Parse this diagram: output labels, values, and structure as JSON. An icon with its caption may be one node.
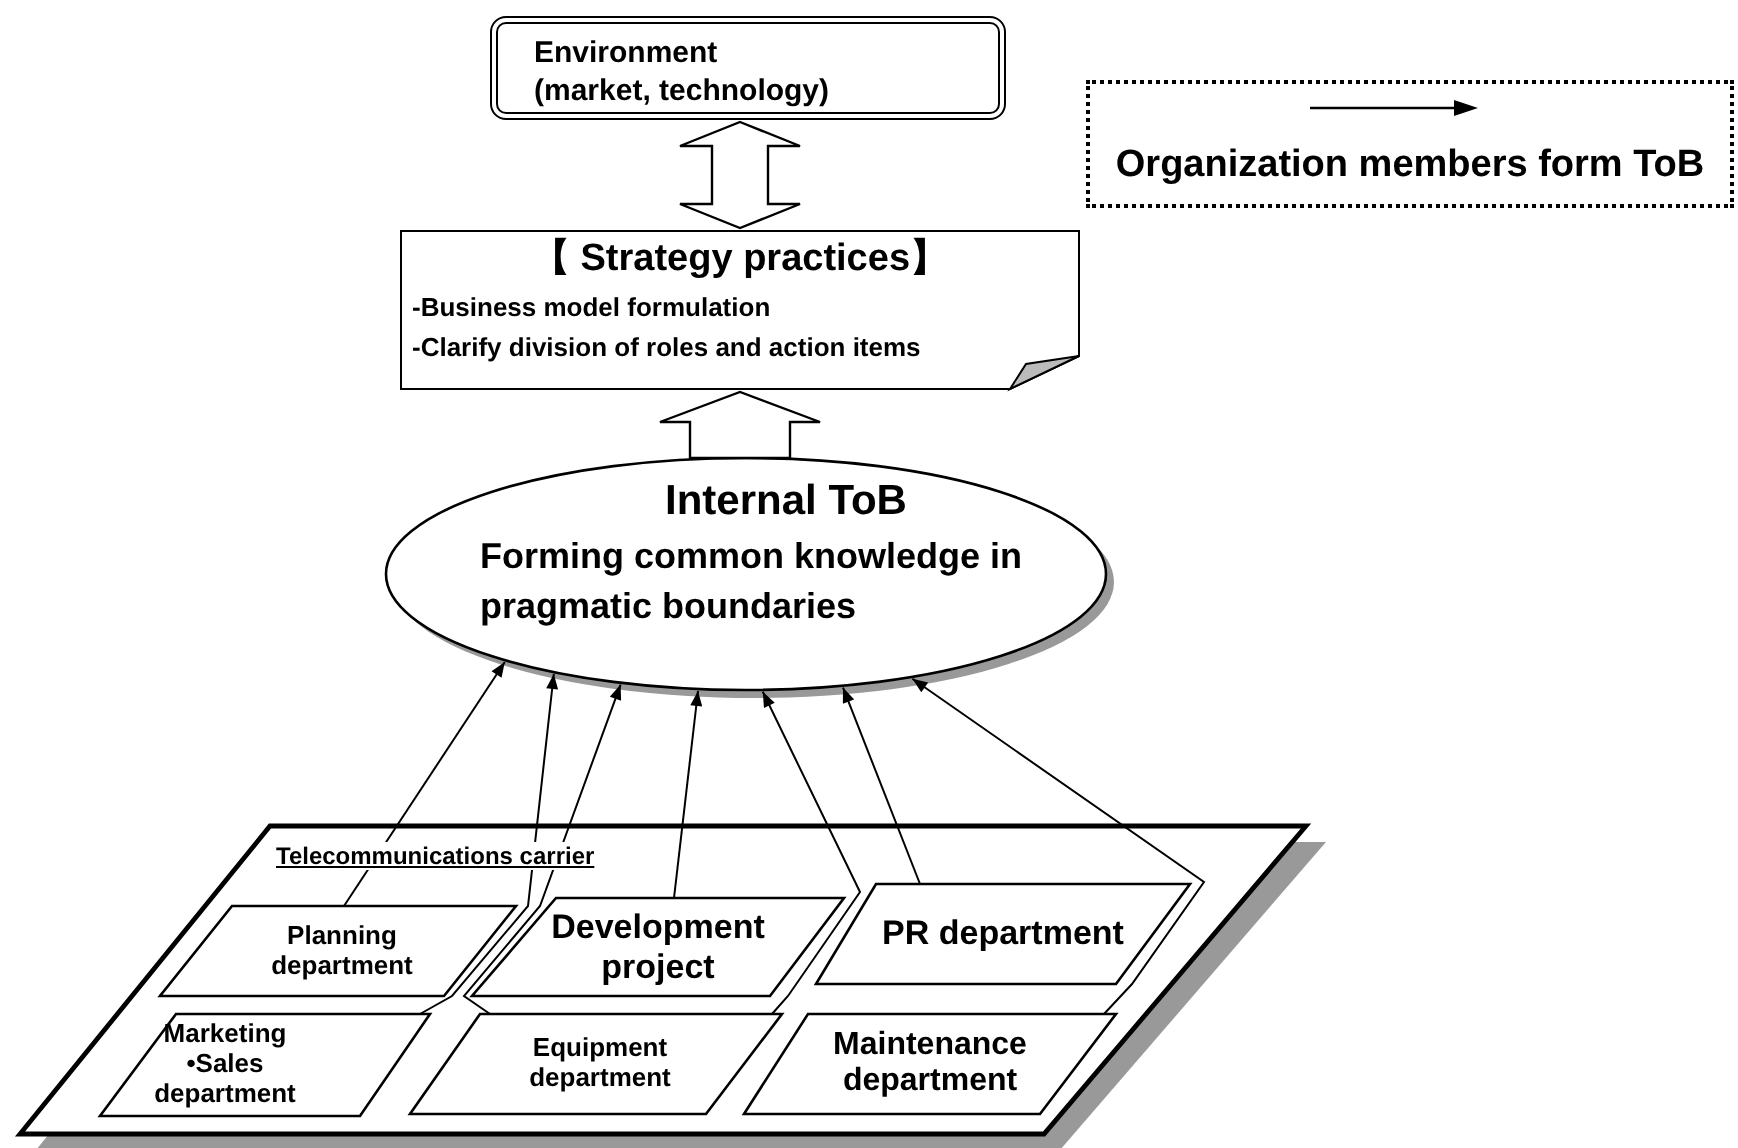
{
  "diagram": {
    "nodes": [
      {
        "text": [
          "Environment (market, technology)"
        ]
      },
      {
        "text": [
          "【 Strategy practices】",
          "-Business model formulation",
          "-Clarify division of roles and action items"
        ]
      },
      {
        "text": [
          "Internal ToB",
          "Forming common knowledge in pragmatic boundaries"
        ]
      },
      {
        "text": [
          "Telecommunications carrier"
        ]
      },
      {
        "text": [
          "Planning department"
        ],
        "in": 3
      },
      {
        "text": [
          "Development project"
        ],
        "in": 3
      },
      {
        "text": [
          "PR department"
        ],
        "in": 3
      },
      {
        "text": [
          "Marketing •Sales department"
        ],
        "in": 3
      },
      {
        "text": [
          "Equipment department"
        ],
        "in": 3
      },
      {
        "text": [
          "Maintenance department"
        ],
        "in": 3
      }
    ],
    "edges": [
      {
        "from": 0,
        "to": 1,
        "arrow": "both",
        "style": "thick"
      },
      {
        "from": 2,
        "to": 1,
        "arrow": "to",
        "style": "thick"
      },
      {
        "from": 4,
        "to": 2,
        "arrow": "to"
      },
      {
        "from": 7,
        "to": 2,
        "arrow": "to"
      },
      {
        "from": 8,
        "to": 2,
        "arrow": "to"
      },
      {
        "from": 5,
        "to": 2,
        "arrow": "to"
      },
      {
        "from": 8,
        "to": 2,
        "arrow": "to"
      },
      {
        "from": 6,
        "to": 2,
        "arrow": "to"
      },
      {
        "from": 9,
        "to": 2,
        "arrow": "to"
      }
    ],
    "legend": [
      {
        "text": "Organization members form ToB"
      }
    ]
  }
}
